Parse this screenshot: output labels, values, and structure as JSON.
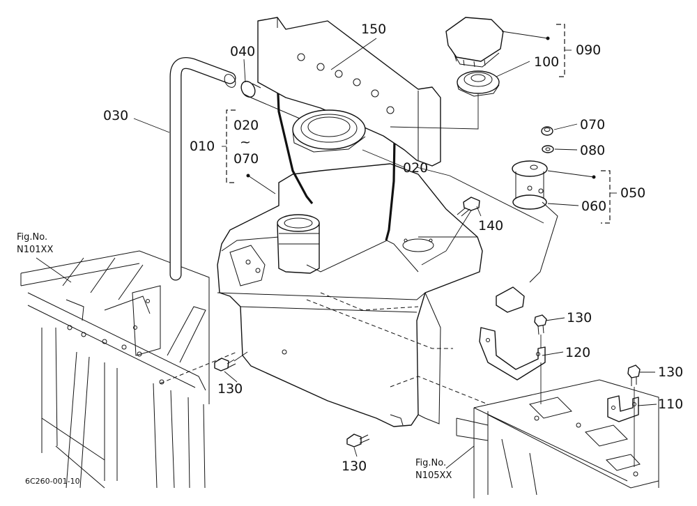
{
  "labels": {
    "p010": "010",
    "p020_top": "020",
    "tilde": "~",
    "p070_range": "070",
    "p020_b": "020",
    "p030": "030",
    "p040": "040",
    "p150": "150",
    "p090": "090",
    "p100": "100",
    "p070": "070",
    "p080": "080",
    "p050": "050",
    "p060": "060",
    "p140": "140",
    "p130_a": "130",
    "p120": "120",
    "p130_b": "130",
    "p110": "110",
    "p130_c": "130",
    "p130_d": "130"
  },
  "references": {
    "fig_a_title": "Fig.No.",
    "fig_a_code": "N101XX",
    "fig_b_title": "Fig.No.",
    "fig_b_code": "N105XX"
  },
  "drawing_code": "6C260-001-10"
}
